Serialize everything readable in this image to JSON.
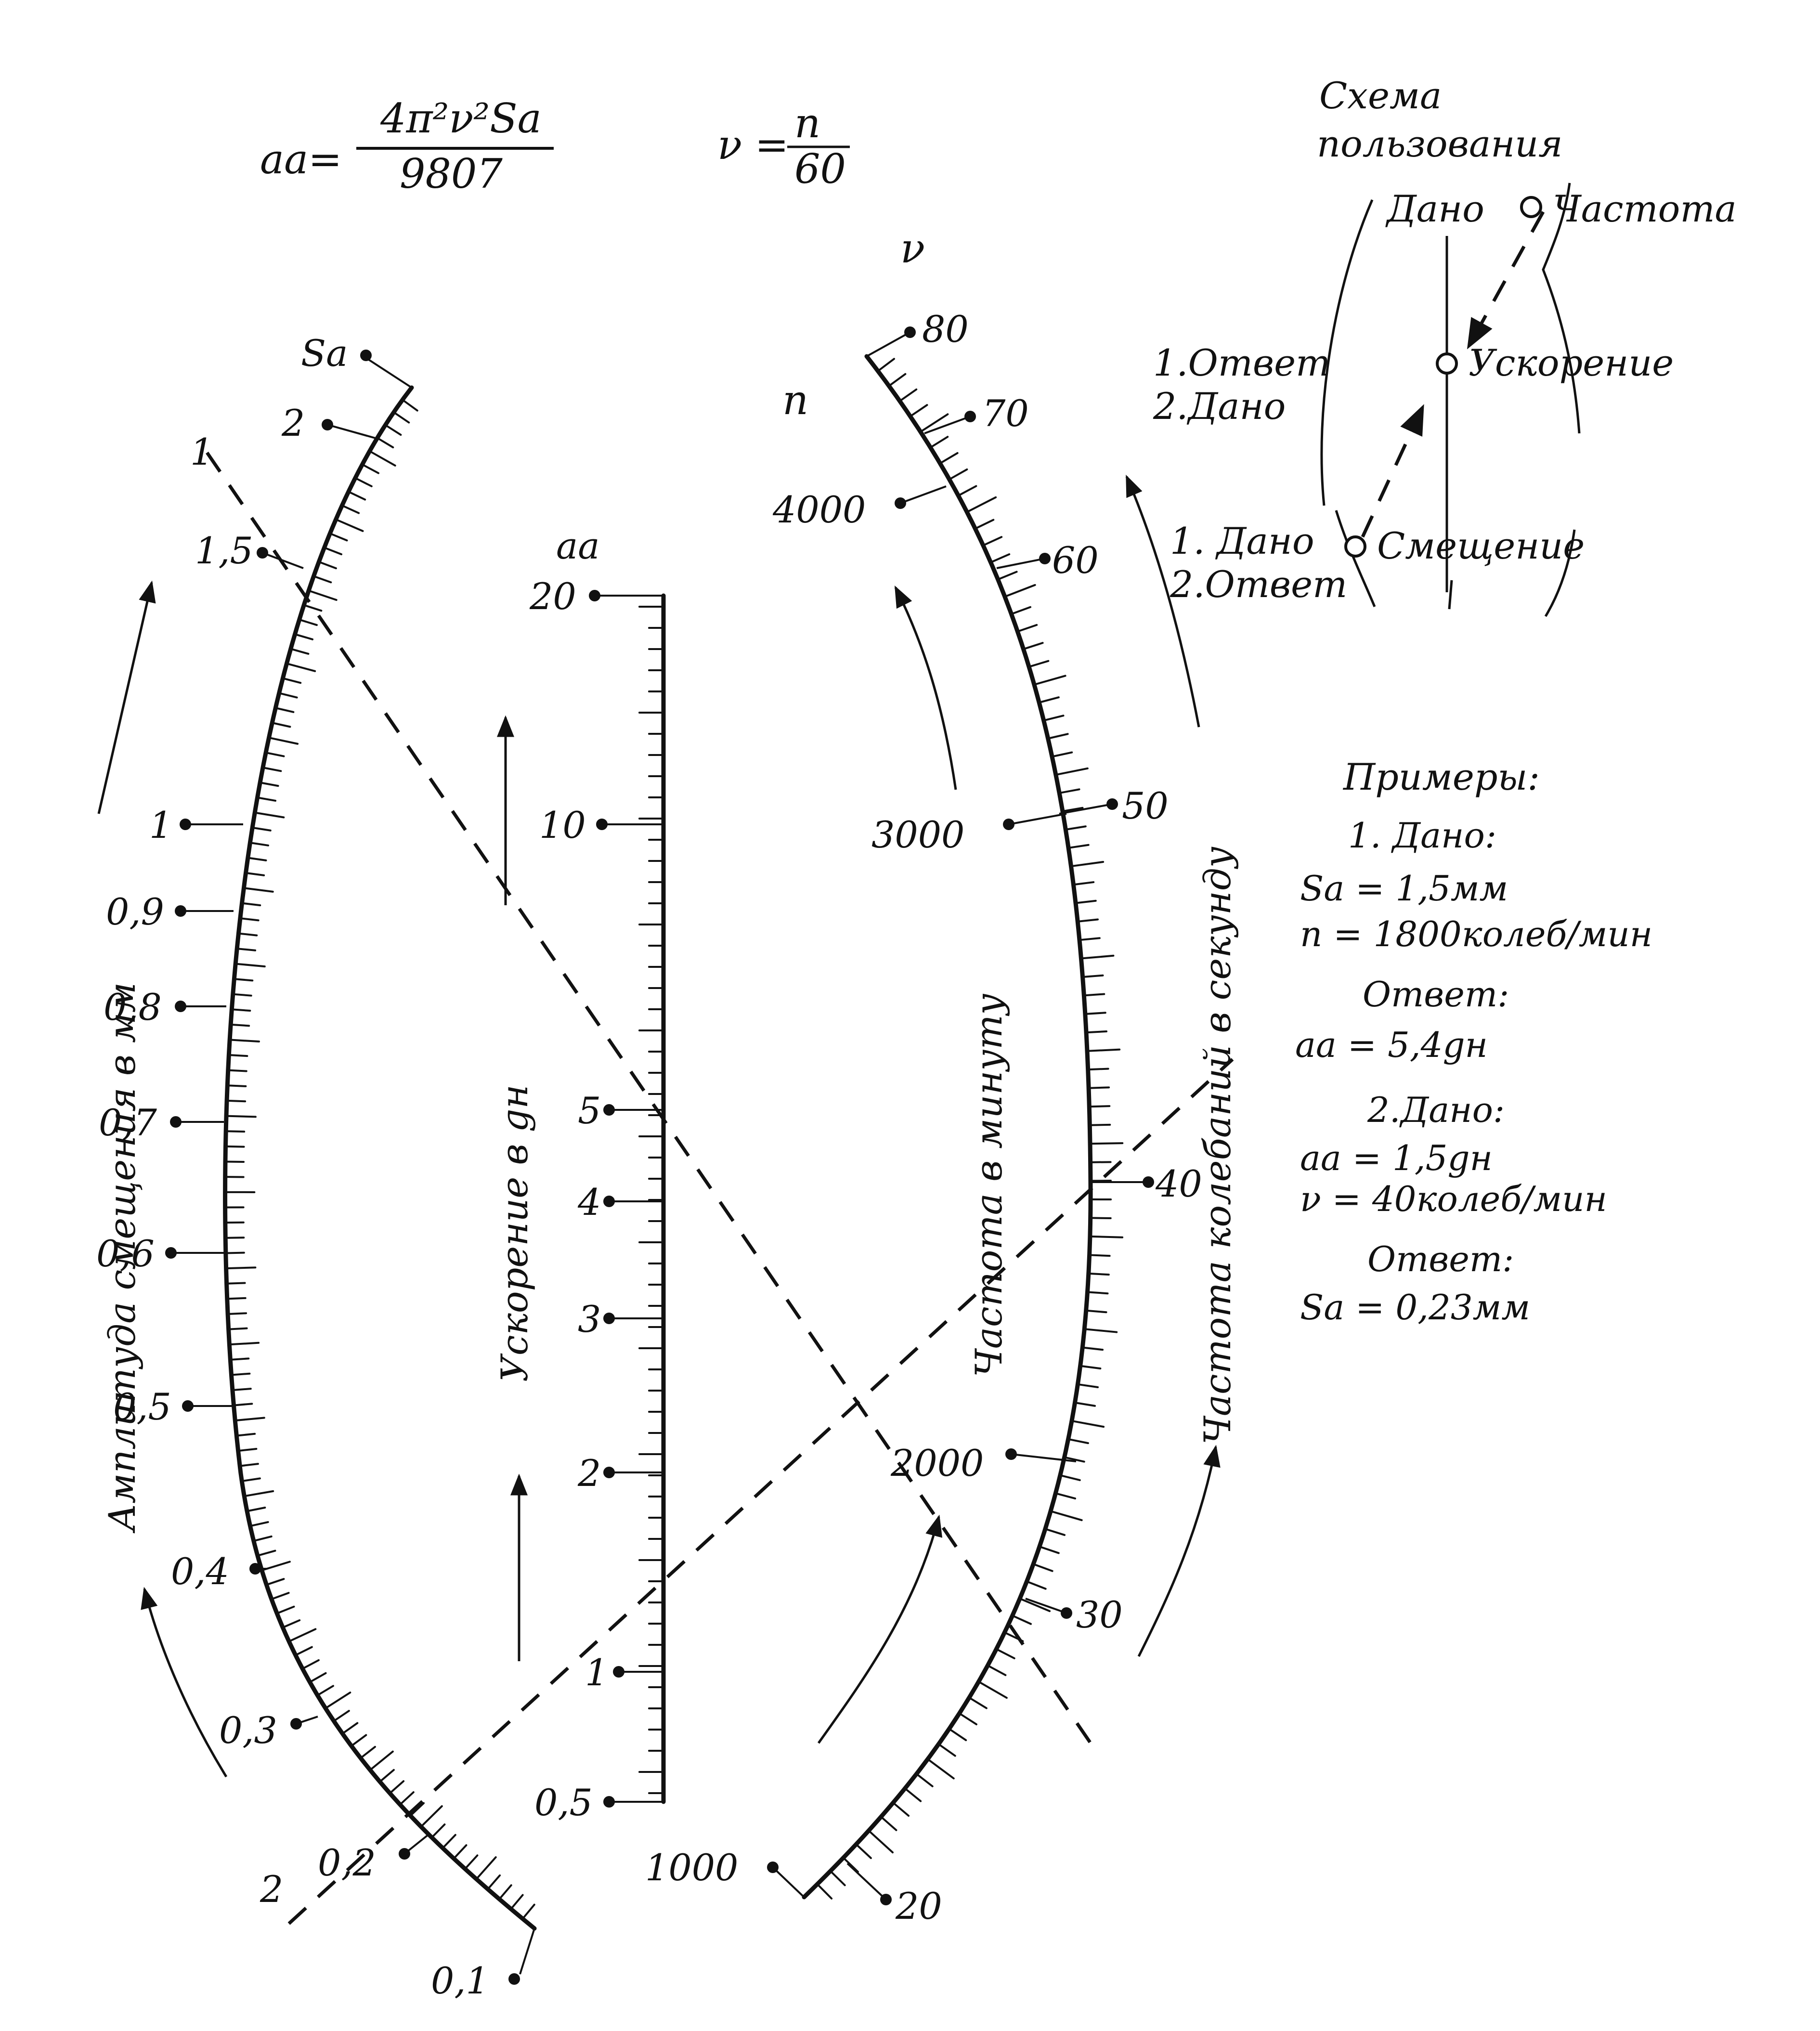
{
  "formulas": {
    "main_lhs": "aa=",
    "main_num": "4π²ν²Sa",
    "main_den": "9807",
    "nu_lhs": "ν =",
    "nu_num": "n",
    "nu_den": "60"
  },
  "scales": {
    "sa": {
      "symbol": "Sa",
      "title": "Амплитуда смещения в мм",
      "ticks": [
        "2",
        "1,5",
        "1",
        "0,9",
        "0,8",
        "0,7",
        "0,6",
        "0,5",
        "0,4",
        "0,3",
        "0,2",
        "0,1"
      ]
    },
    "aa": {
      "symbol": "aa",
      "title": "Ускорение в gн",
      "ticks": [
        "20",
        "10",
        "5",
        "4",
        "3",
        "2",
        "1",
        "0,5"
      ]
    },
    "n": {
      "symbol": "n",
      "title": "Частота в минуту",
      "ticks": [
        "4000",
        "3000",
        "2000",
        "1000"
      ]
    },
    "nu": {
      "symbol": "ν",
      "title": "Частота колебаний в секунду",
      "ticks": [
        "80",
        "70",
        "60",
        "50",
        "40",
        "30",
        "20"
      ]
    }
  },
  "dash_labels": {
    "line1": "1",
    "line2": "2"
  },
  "scheme": {
    "title_line1": "Схема",
    "title_line2": "пользования",
    "given": "Дано",
    "frequency": "Частота",
    "answer1": "1.Ответ",
    "given2": "2.Дано",
    "acceleration": "Ускорение",
    "given1": "1. Дано",
    "answer2": "2.Ответ",
    "displacement": "Смещение"
  },
  "examples": {
    "title": "Примеры:",
    "ex1_given": "1. Дано:",
    "ex1_sa": "Sa = 1,5мм",
    "ex1_n": "n = 1800колеб/мин",
    "ex1_answer": "Ответ:",
    "ex1_result": "aa = 5,4gн",
    "ex2_given": "2.Дано:",
    "ex2_aa": "aa = 1,5gн",
    "ex2_nu": "ν = 40колеб/мин",
    "ex2_answer": "Ответ:",
    "ex2_result": "Sa = 0,23мм"
  }
}
